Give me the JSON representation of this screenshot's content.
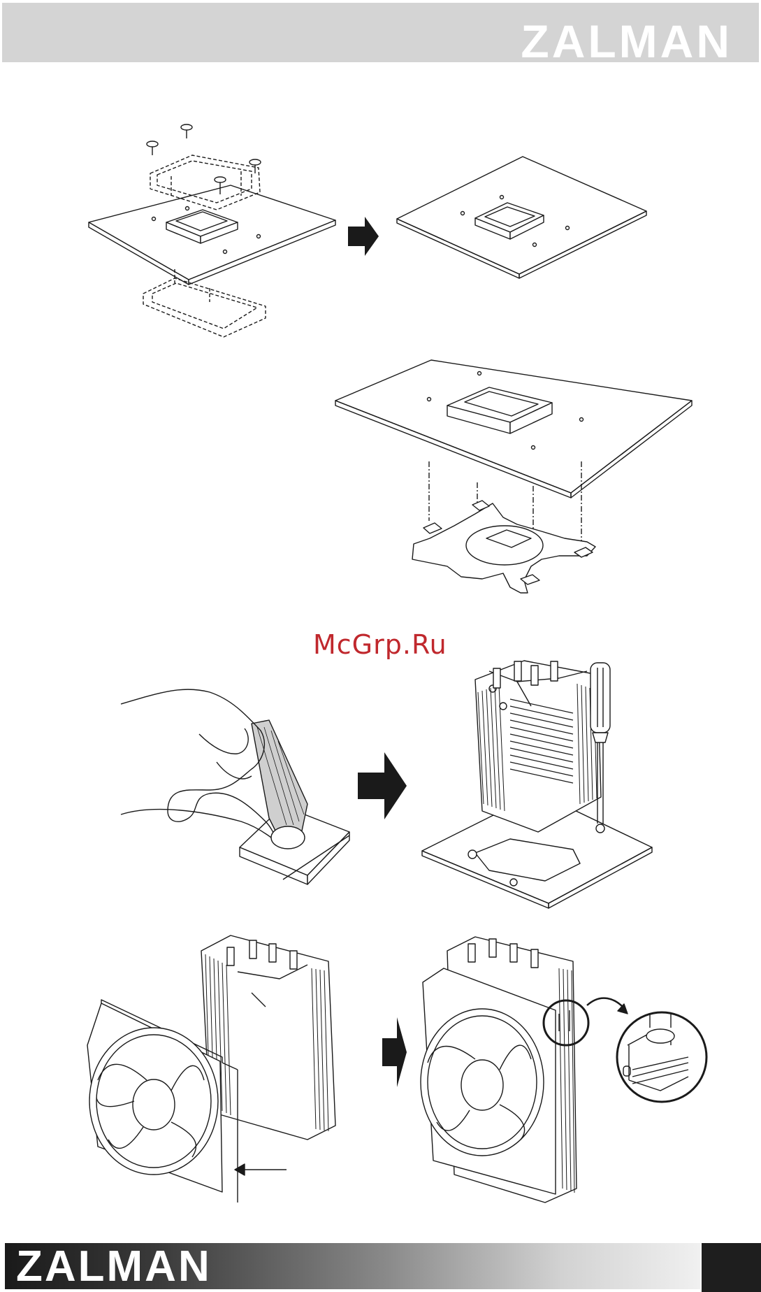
{
  "header": {
    "brand": "ZALMAN"
  },
  "watermark": {
    "text": "McGrp.Ru"
  },
  "footer": {
    "brand": "ZALMAN"
  },
  "icons": [
    "right-arrow-icon",
    "left-arrow-icon",
    "curved-arrow-icon"
  ],
  "colors": {
    "header_band": "#d4d4d4",
    "watermark": "#c0282d",
    "footer_dark": "#1e1e1e"
  }
}
